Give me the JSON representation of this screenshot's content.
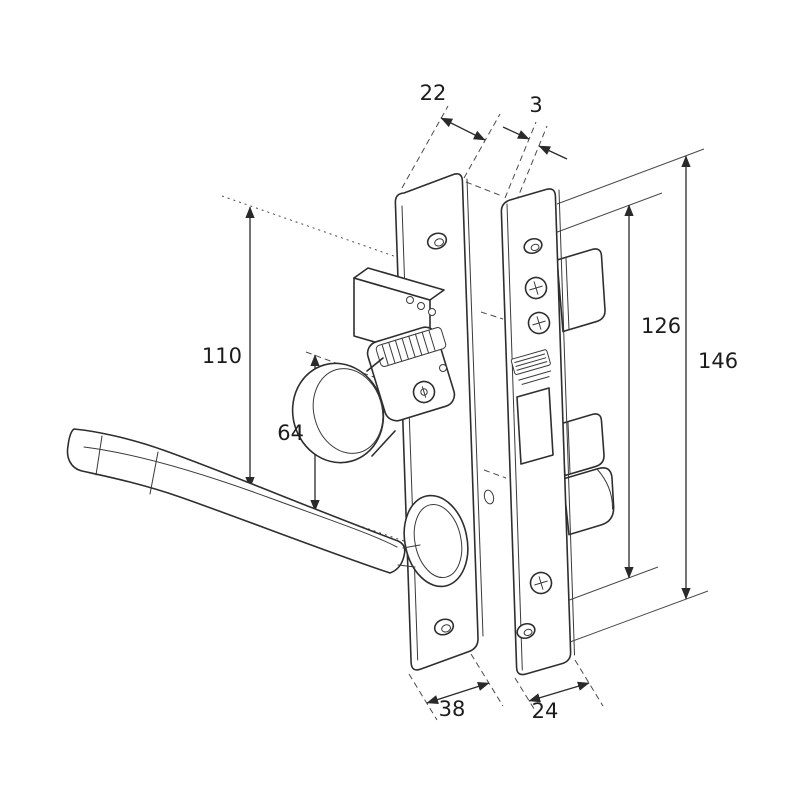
{
  "colors": {
    "line": "#2e2e2e",
    "background": "#ffffff"
  },
  "dimensions": {
    "d22": "22",
    "d3": "3",
    "d110": "110",
    "d64": "64",
    "d126": "126",
    "d146": "146",
    "d38": "38",
    "d24": "24"
  }
}
